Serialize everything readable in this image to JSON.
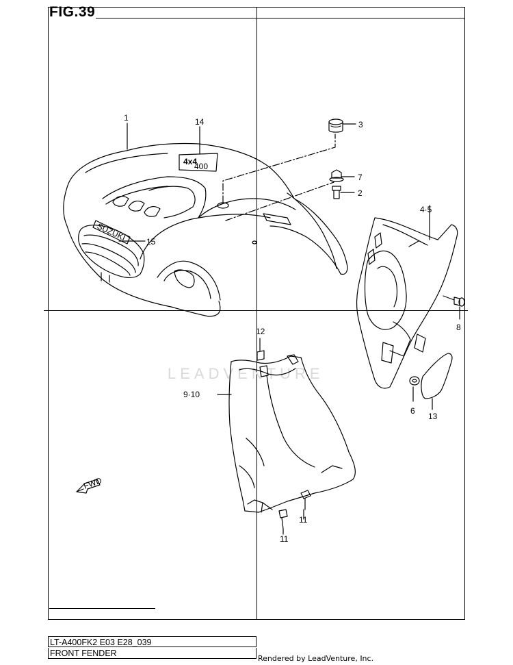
{
  "figure": {
    "title": "FIG.39"
  },
  "footer": {
    "model_code": "LT-A400FK2 E03 E28_039",
    "section_name": "FRONT FENDER",
    "rendered_by": "Rendered by LeadVenture, Inc."
  },
  "watermark": {
    "text": "LEADVENTURE"
  },
  "parts": [
    {
      "label": "1"
    },
    {
      "label": "14"
    },
    {
      "label": "3"
    },
    {
      "label": "7"
    },
    {
      "label": "2"
    },
    {
      "label": "4·5"
    },
    {
      "label": "15"
    },
    {
      "label": "8"
    },
    {
      "label": "12"
    },
    {
      "label": "9·10"
    },
    {
      "label": "6"
    },
    {
      "label": "13"
    },
    {
      "label": "11"
    },
    {
      "label": "11"
    }
  ],
  "decals": {
    "brand": "SUZUKI",
    "badge": "4x4",
    "badge_sub": "400",
    "direction": "FWD"
  }
}
